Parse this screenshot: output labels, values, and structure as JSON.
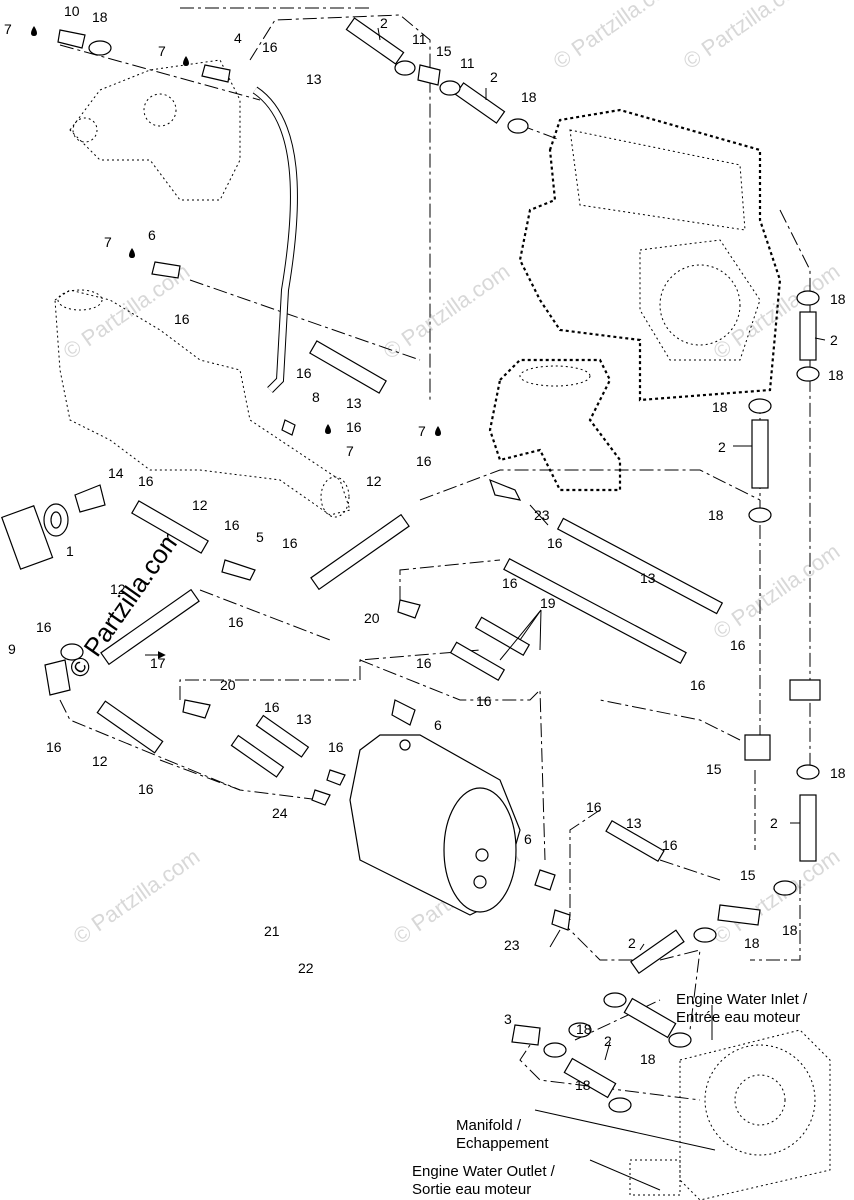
{
  "watermark": {
    "small": "© Partzilla.com",
    "large": "© Partzilla.com"
  },
  "callouts": {
    "c1": "1",
    "c2a": "2",
    "c2b": "2",
    "c2c": "2",
    "c2d": "2",
    "c2e": "2",
    "c2f": "2",
    "c2g": "2",
    "c3": "3",
    "c4": "4",
    "c5": "5",
    "c6a": "6",
    "c6b": "6",
    "c6c": "6",
    "c7a": "7",
    "c7b": "7",
    "c7c": "7",
    "c7d": "7",
    "c7e": "7",
    "c8": "8",
    "c9": "9",
    "c10": "10",
    "c11a": "11",
    "c11b": "11",
    "c12a": "12",
    "c12b": "12",
    "c12c": "12",
    "c12d": "12",
    "c13a": "13",
    "c13b": "13",
    "c13c": "13",
    "c13d": "13",
    "c13e": "13",
    "c14": "14",
    "c15a": "15",
    "c15b": "15",
    "c15c": "15",
    "c16a": "16",
    "c16b": "16",
    "c16c": "16",
    "c16d": "16",
    "c16e": "16",
    "c16f": "16",
    "c16g": "16",
    "c16h": "16",
    "c16i": "16",
    "c16j": "16",
    "c16k": "16",
    "c16l": "16",
    "c16m": "16",
    "c16n": "16",
    "c16o": "16",
    "c16p": "16",
    "c16q": "16",
    "c16r": "16",
    "c16s": "16",
    "c16t": "16",
    "c16u": "16",
    "c16v": "16",
    "c17": "17",
    "c18a": "18",
    "c18b": "18",
    "c18c": "18",
    "c18d": "18",
    "c18e": "18",
    "c18f": "18",
    "c18g": "18",
    "c18h": "18",
    "c18i": "18",
    "c18j": "18",
    "c18k": "18",
    "c18l": "18",
    "c19": "19",
    "c20a": "20",
    "c20b": "20",
    "c21": "21",
    "c22": "22",
    "c23a": "23",
    "c23b": "23",
    "c24": "24"
  },
  "notes": {
    "inlet_en": "Engine Water Inlet /",
    "inlet_fr": "Entrée eau moteur",
    "manifold_en": "Manifold /",
    "manifold_fr": "Echappement",
    "outlet_en": "Engine Water Outlet /",
    "outlet_fr": "Sortie eau moteur"
  }
}
